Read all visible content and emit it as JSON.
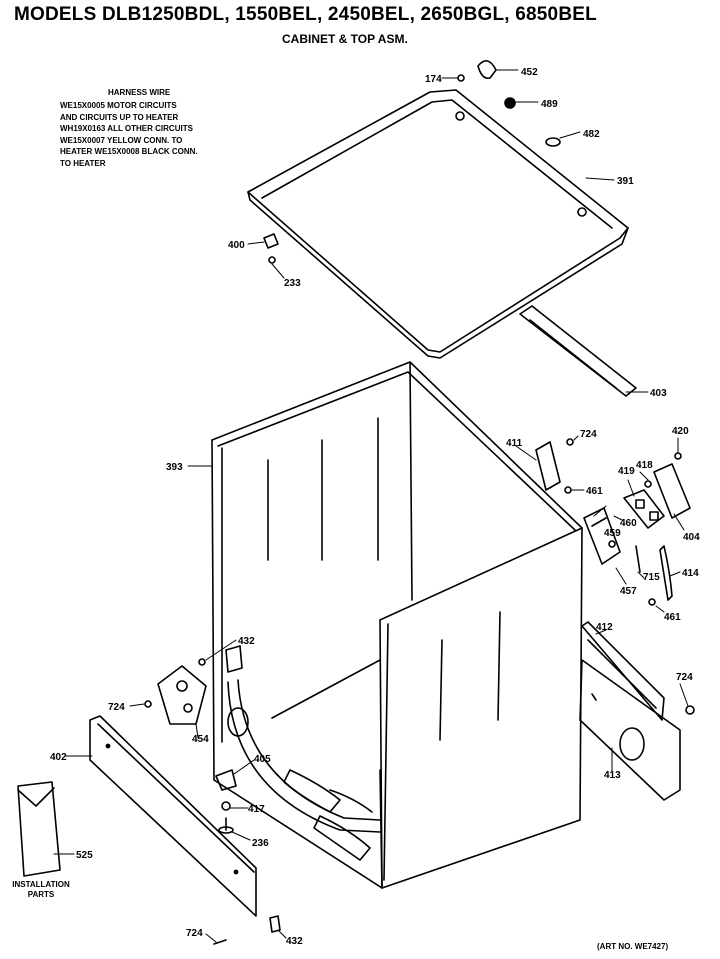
{
  "header": {
    "title": "MODELS DLB1250BDL, 1550BEL, 2450BEL, 2650BGL, 6850BEL",
    "subtitle": "CABINET & TOP ASM."
  },
  "harness": {
    "title": "HARNESS WIRE",
    "lines": [
      "WE15X0005 MOTOR CIRCUITS",
      "AND CIRCUITS UP TO HEATER",
      "WH19X0163 ALL OTHER CIRCUITS",
      "WE15X0007 YELLOW CONN. TO",
      "HEATER WE15X0008 BLACK CONN.",
      "TO HEATER"
    ]
  },
  "installation": {
    "line1": "INSTALLATION",
    "line2": "PARTS"
  },
  "art_no": "(ART NO. WE7427)",
  "callouts": [
    {
      "id": "174",
      "label": "174"
    },
    {
      "id": "452",
      "label": "452"
    },
    {
      "id": "489",
      "label": "489"
    },
    {
      "id": "482",
      "label": "482"
    },
    {
      "id": "391",
      "label": "391"
    },
    {
      "id": "400",
      "label": "400"
    },
    {
      "id": "233",
      "label": "233"
    },
    {
      "id": "403",
      "label": "403"
    },
    {
      "id": "393",
      "label": "393"
    },
    {
      "id": "411",
      "label": "411"
    },
    {
      "id": "724a",
      "label": "724"
    },
    {
      "id": "420",
      "label": "420"
    },
    {
      "id": "419",
      "label": "419"
    },
    {
      "id": "418",
      "label": "418"
    },
    {
      "id": "461a",
      "label": "461"
    },
    {
      "id": "459",
      "label": "459"
    },
    {
      "id": "460",
      "label": "460"
    },
    {
      "id": "404",
      "label": "404"
    },
    {
      "id": "457",
      "label": "457"
    },
    {
      "id": "715",
      "label": "715"
    },
    {
      "id": "414",
      "label": "414"
    },
    {
      "id": "461b",
      "label": "461"
    },
    {
      "id": "412",
      "label": "412"
    },
    {
      "id": "432a",
      "label": "432"
    },
    {
      "id": "724b",
      "label": "724"
    },
    {
      "id": "724c",
      "label": "724"
    },
    {
      "id": "454",
      "label": "454"
    },
    {
      "id": "402",
      "label": "402"
    },
    {
      "id": "405",
      "label": "405"
    },
    {
      "id": "417",
      "label": "417"
    },
    {
      "id": "236",
      "label": "236"
    },
    {
      "id": "413",
      "label": "413"
    },
    {
      "id": "525",
      "label": "525"
    },
    {
      "id": "724d",
      "label": "724"
    },
    {
      "id": "432b",
      "label": "432"
    }
  ]
}
